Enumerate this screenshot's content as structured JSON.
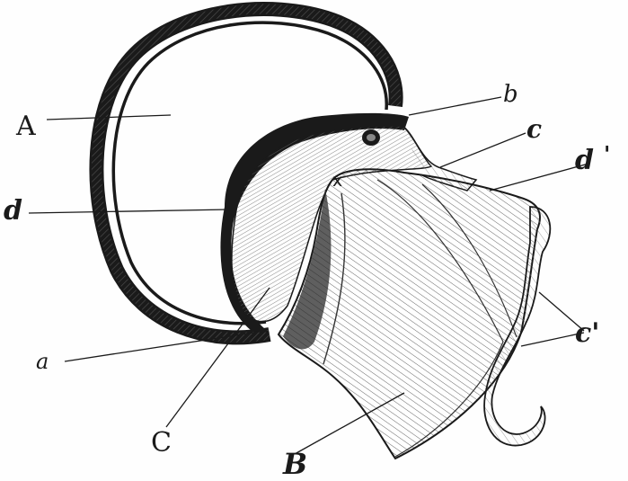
{
  "figure": {
    "labels": {
      "A": "A",
      "b": "b",
      "c": "c",
      "d_prime": "d",
      "d_prime_mark": "'",
      "d": "d",
      "x": "x",
      "a": "a",
      "c_prime": "c'",
      "C": "C",
      "B": "B"
    }
  },
  "colors": {
    "ink": "#1a1a1a",
    "paper": "#fefefe",
    "hatch": "#3a3a3a"
  }
}
